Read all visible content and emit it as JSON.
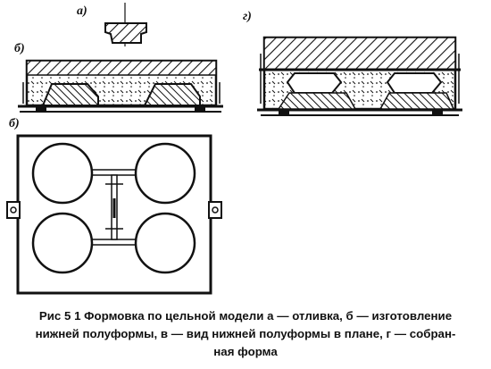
{
  "figure": {
    "panel_labels": {
      "a": "а)",
      "b": "б)",
      "v": "б)",
      "g": "г)"
    }
  },
  "caption": {
    "line1": "Рис 5 1  Формовка по цельной модели  а — отливка, б — изготовление",
    "line2": "нижней полуформы,  в — вид нижней полуформы в плане,  г — собран-",
    "line3": "ная форма"
  }
}
